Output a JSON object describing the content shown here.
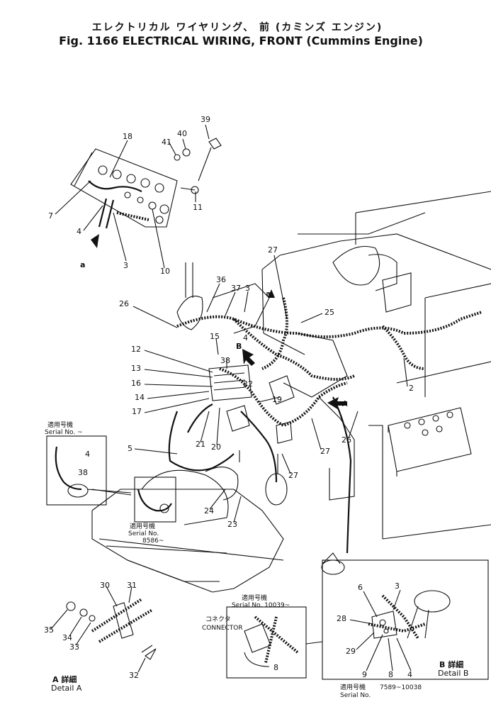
{
  "header": {
    "title_jp": "エレクトリカル ワイヤリング、 前 (カミンズ エンジン)",
    "title_en": "Fig. 1166 ELECTRICAL WIRING, FRONT (Cummins Engine)"
  },
  "callouts": [
    "39",
    "40",
    "41",
    "18",
    "11",
    "7",
    "4",
    "3",
    "10",
    "36",
    "37",
    "3",
    "27",
    "25",
    "26",
    "15",
    "38",
    "4",
    "12",
    "13",
    "16",
    "22",
    "14",
    "19",
    "17",
    "A",
    "2",
    "5",
    "21",
    "20",
    "27",
    "27",
    "26",
    "23",
    "24",
    "4",
    "38",
    "30",
    "31",
    "35",
    "34",
    "33",
    "32",
    "3",
    "6",
    "28",
    "29",
    "9",
    "8",
    "4"
  ],
  "markers": {
    "a": "a",
    "b": "B",
    "a2": "a"
  },
  "inset_serial_top": {
    "jp": "適用号機",
    "serial": "Serial No. ~"
  },
  "inset_serial_mid": {
    "jp": "適用号機",
    "serial": "Serial No.",
    "range": "8586~"
  },
  "detail_a": {
    "jp": "A 詳細",
    "en": "Detail A"
  },
  "connector_box": {
    "serial_jp": "適用号機",
    "serial": "Serial No. 10039~",
    "label_jp": "コネクタ",
    "label_en": "CONNECTOR",
    "part": "8"
  },
  "detail_b": {
    "jp": "B 詳細",
    "en": "Detail B",
    "serial_jp": "適用号機",
    "serial": "7589~10038",
    "serial_label": "Serial No."
  }
}
